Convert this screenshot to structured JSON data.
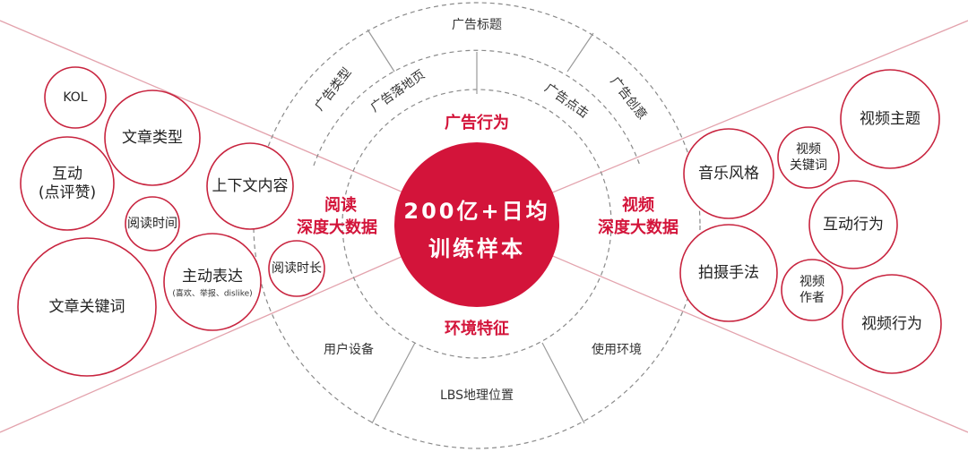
{
  "colors": {
    "accent": "#d3143a",
    "bubble_stroke": "#c8243f",
    "line": "#e3a3ad",
    "dash": "#888888"
  },
  "center": {
    "line1": "200亿+日均",
    "line2": "训练样本"
  },
  "categories": {
    "reading": {
      "line1": "阅读",
      "line2": "深度大数据"
    },
    "video": {
      "line1": "视频",
      "line2": "深度大数据"
    },
    "ad": "广告行为",
    "env": "环境特征"
  },
  "ad_items": [
    "广告标题",
    "广告类型",
    "广告落地页",
    "广告点击",
    "广告创意"
  ],
  "env_items": [
    "用户设备",
    "LBS地理位置",
    "使用环境"
  ],
  "reading_bubbles": [
    {
      "lines": [
        "KOL"
      ]
    },
    {
      "lines": [
        "文章类型"
      ]
    },
    {
      "lines": [
        "互动",
        "(点评赞)"
      ]
    },
    {
      "lines": [
        "阅读时间"
      ]
    },
    {
      "lines": [
        "上下文内容"
      ]
    },
    {
      "lines": [
        "文章关键词"
      ]
    },
    {
      "lines": [
        "主动表达"
      ],
      "sub": "(喜欢、举报、dislike)"
    },
    {
      "lines": [
        "阅读时长"
      ]
    }
  ],
  "video_bubbles": [
    {
      "lines": [
        "视频主题"
      ]
    },
    {
      "lines": [
        "视频",
        "关键词"
      ]
    },
    {
      "lines": [
        "音乐风格"
      ]
    },
    {
      "lines": [
        "互动行为"
      ]
    },
    {
      "lines": [
        "拍摄手法"
      ]
    },
    {
      "lines": [
        "视频",
        "作者"
      ]
    },
    {
      "lines": [
        "视频行为"
      ]
    }
  ]
}
